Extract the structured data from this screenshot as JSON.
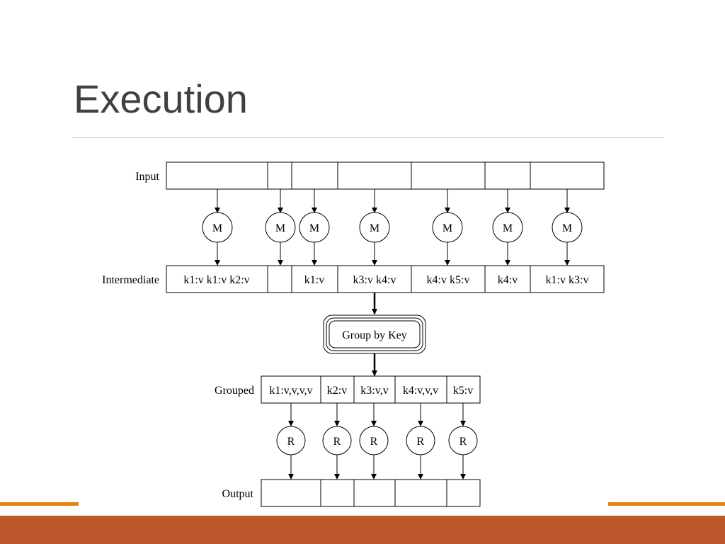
{
  "slide": {
    "title": "Execution"
  },
  "theme": {
    "footer_color": "#bd582c",
    "stripe_color": "#e48312",
    "rule_color": "#c9c9c9",
    "title_color": "#404040"
  },
  "diagram": {
    "row_labels": {
      "input": "Input",
      "intermediate": "Intermediate",
      "grouped": "Grouped",
      "output": "Output"
    },
    "input_cells": [
      "",
      "",
      "",
      "",
      "",
      "",
      ""
    ],
    "map_label": "M",
    "intermediate_cells": [
      "k1:v k1:v k2:v",
      "",
      "k1:v",
      "k3:v k4:v",
      "k4:v k5:v",
      "k4:v",
      "k1:v k3:v"
    ],
    "group_label": "Group by Key",
    "grouped_cells": [
      "k1:v,v,v,v",
      "k2:v",
      "k3:v,v",
      "k4:v,v,v",
      "k5:v"
    ],
    "reduce_label": "R",
    "output_cells": [
      "",
      "",
      "",
      "",
      ""
    ]
  }
}
